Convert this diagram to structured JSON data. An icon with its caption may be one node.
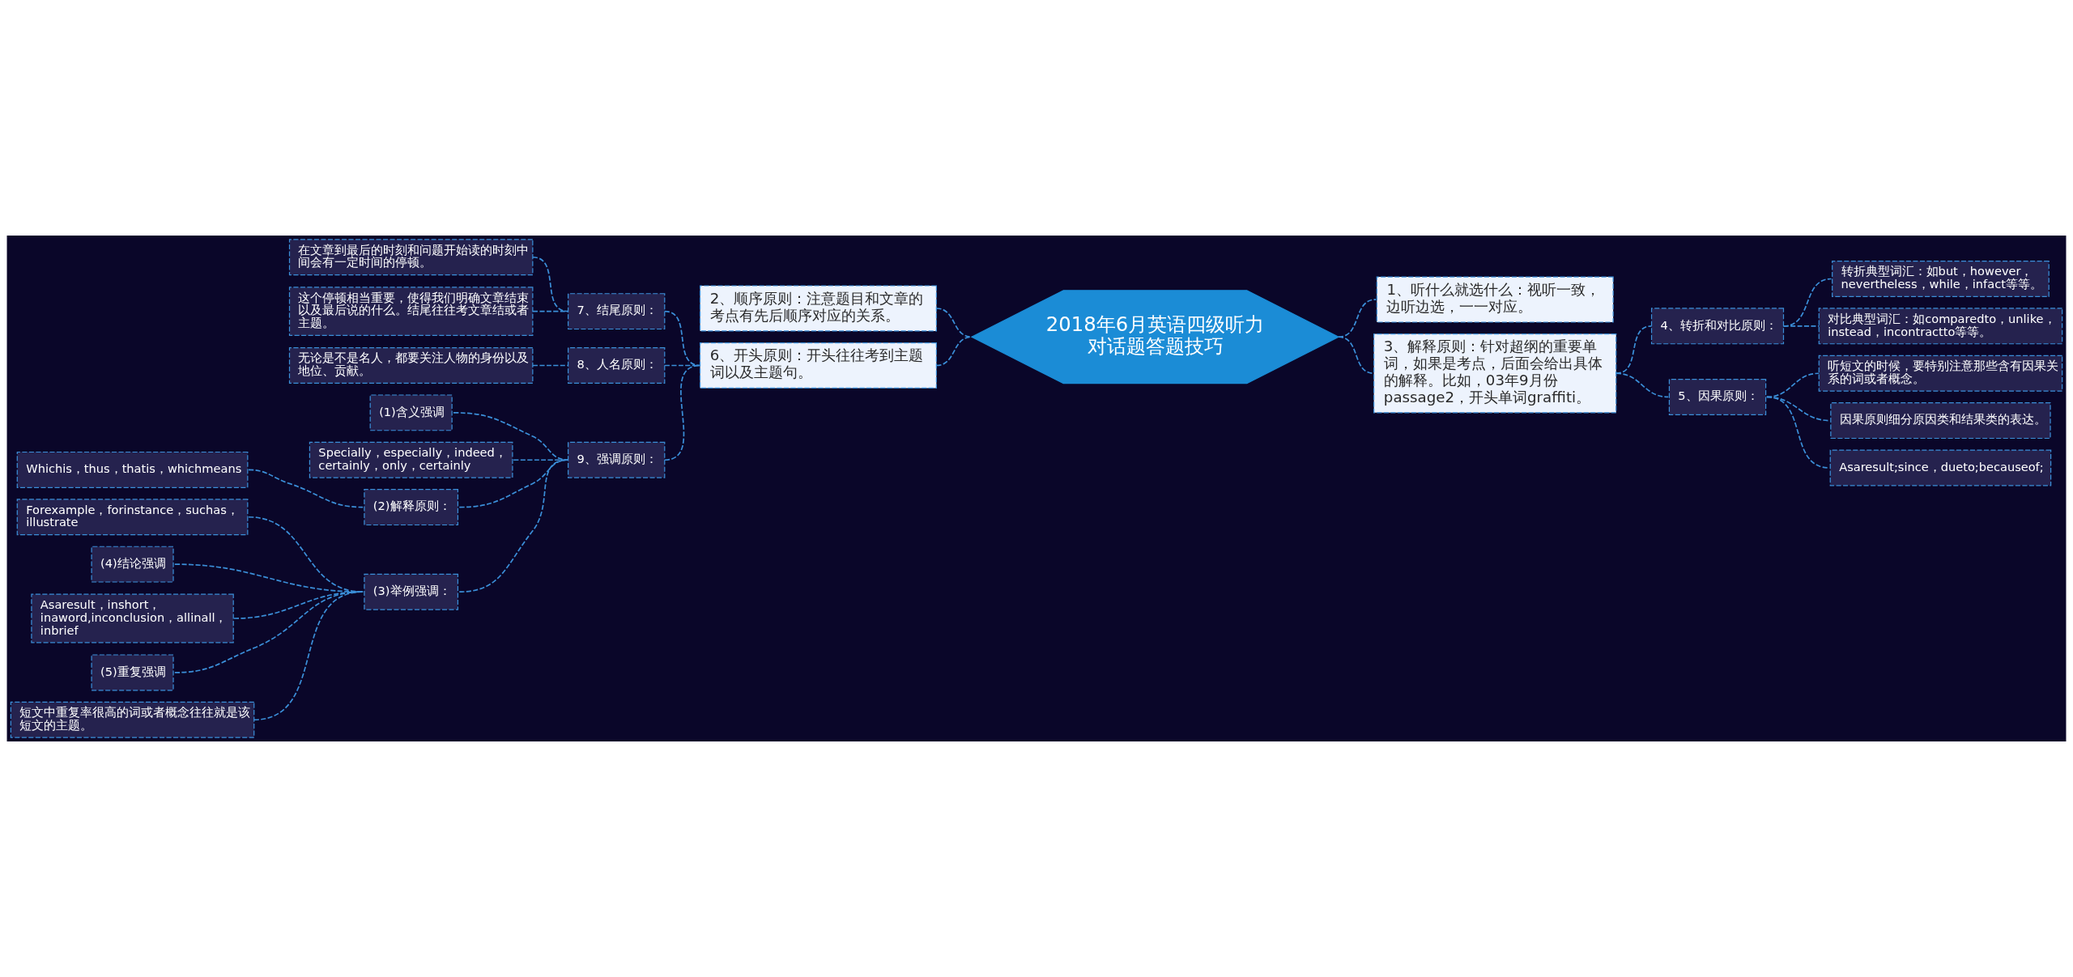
{
  "diagram": {
    "nodes": [
      {
        "text": [
          "2018年6月英语四级听力对话题答题技巧"
        ]
      },
      {
        "text": [
          "1、听什么就选什么：视听一致，边听边选，一一对应。"
        ]
      },
      {
        "text": [
          "2、顺序原则：注意题目和文章的考点有先后顺序对应的关系。"
        ]
      },
      {
        "text": [
          "3、解释原则：针对超纲的重要单词，如果是考点，后面会给出具体的解释。比如，03年9月份passage2，开头单词graffiti。"
        ]
      },
      {
        "text": [
          "4、转折和对比原则："
        ]
      },
      {
        "text": [
          "转折典型词汇：如but，however，nevertheless，while，infact等等。"
        ]
      },
      {
        "text": [
          "对比典型词汇：如comparedto，unlike，instead，incontractto等等。"
        ]
      },
      {
        "text": [
          "5、因果原则："
        ]
      },
      {
        "text": [
          "听短文的时候，要特别注意那些含有因果关系的词或者概念。"
        ]
      },
      {
        "text": [
          "因果原则细分原因类和结果类的表达。"
        ]
      },
      {
        "text": [
          "Asaresult;since，dueto;becauseof;"
        ]
      },
      {
        "text": [
          "6、开头原则：开头往往考到主题词以及主题句。"
        ]
      },
      {
        "text": [
          "7、结尾原则："
        ]
      },
      {
        "text": [
          "在文章到最后的时刻和问题开始读的时刻中间会有一定时间的停顿。"
        ]
      },
      {
        "text": [
          "这个停顿相当重要，使得我们明确文章结束以及最后说的什么。结尾往往考文章结或者主题。"
        ]
      },
      {
        "text": [
          "8、人名原则："
        ]
      },
      {
        "text": [
          "无论是不是名人，都要关注人物的身份以及地位、贡献。"
        ]
      },
      {
        "text": [
          "9、强调原则："
        ]
      },
      {
        "text": [
          "(1)含义强调"
        ]
      },
      {
        "text": [
          "Specially，especially，indeed，certainly，only，certainly"
        ]
      },
      {
        "text": [
          "(2)解释原则："
        ]
      },
      {
        "text": [
          "Whichis，thus，thatis，whichmeans"
        ]
      },
      {
        "text": [
          "(3)举例强调："
        ]
      },
      {
        "text": [
          "Forexample，forinstance，suchas，illustrate"
        ]
      },
      {
        "text": [
          "(4)结论强调"
        ]
      },
      {
        "text": [
          "Asaresult，inshort，inaword,inconclusion，allinall，inbrief"
        ]
      },
      {
        "text": [
          "(5)重复强调"
        ]
      },
      {
        "text": [
          "短文中重复率很高的词或者概念往往就是该短文的主题。"
        ]
      }
    ],
    "edges": [
      {
        "from": 0,
        "to": 1,
        "arrow": "none"
      },
      {
        "from": 0,
        "to": 2,
        "arrow": "none"
      },
      {
        "from": 0,
        "to": 3,
        "arrow": "none"
      },
      {
        "from": 3,
        "to": 4,
        "arrow": "none"
      },
      {
        "from": 4,
        "to": 5,
        "arrow": "none"
      },
      {
        "from": 4,
        "to": 6,
        "arrow": "none"
      },
      {
        "from": 3,
        "to": 7,
        "arrow": "none"
      },
      {
        "from": 7,
        "to": 8,
        "arrow": "none"
      },
      {
        "from": 7,
        "to": 9,
        "arrow": "none"
      },
      {
        "from": 7,
        "to": 10,
        "arrow": "none"
      },
      {
        "from": 0,
        "to": 11,
        "arrow": "none"
      },
      {
        "from": 11,
        "to": 12,
        "arrow": "none"
      },
      {
        "from": 12,
        "to": 13,
        "arrow": "none"
      },
      {
        "from": 12,
        "to": 14,
        "arrow": "none"
      },
      {
        "from": 11,
        "to": 15,
        "arrow": "none"
      },
      {
        "from": 15,
        "to": 16,
        "arrow": "none"
      },
      {
        "from": 11,
        "to": 17,
        "arrow": "none"
      },
      {
        "from": 17,
        "to": 18,
        "arrow": "none"
      },
      {
        "from": 17,
        "to": 19,
        "arrow": "none"
      },
      {
        "from": 17,
        "to": 20,
        "arrow": "none"
      },
      {
        "from": 20,
        "to": 21,
        "arrow": "none"
      },
      {
        "from": 17,
        "to": 22,
        "arrow": "none"
      },
      {
        "from": 22,
        "to": 23,
        "arrow": "none"
      },
      {
        "from": 22,
        "to": 24,
        "arrow": "none"
      },
      {
        "from": 22,
        "to": 25,
        "arrow": "none"
      },
      {
        "from": 22,
        "to": 26,
        "arrow": "none"
      },
      {
        "from": 22,
        "to": 27,
        "arrow": "none"
      }
    ]
  }
}
